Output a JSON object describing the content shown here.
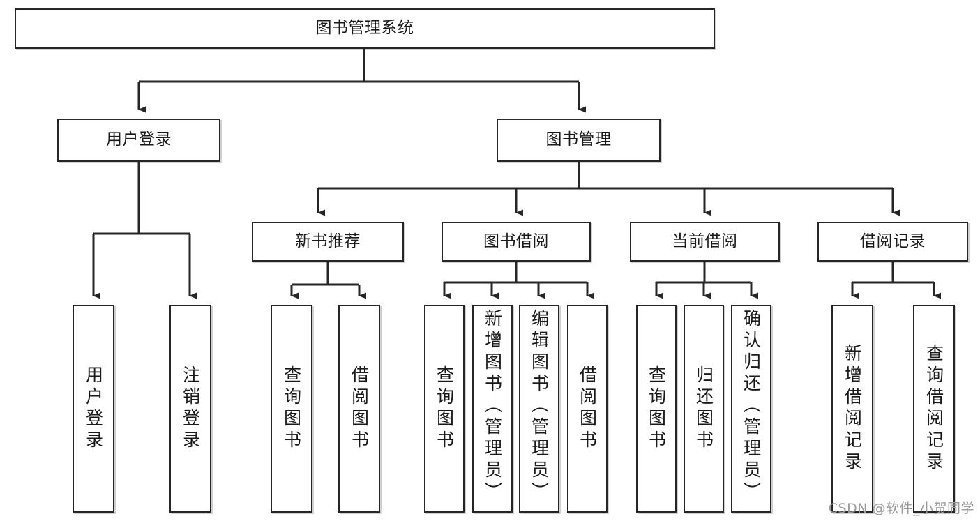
{
  "diagram": {
    "title": "图书管理系统",
    "watermark": "CSDN @软件_小贺同学",
    "colors": {
      "stroke": "#262626",
      "box_fill": "#ffffff",
      "text": "#1a1a1a",
      "watermark": "#9a9a9a",
      "background": "#ffffff"
    },
    "nodes": {
      "root": {
        "label": "图书管理系统"
      },
      "level2": [
        {
          "id": "user-login",
          "label": "用户登录"
        },
        {
          "id": "book-manage",
          "label": "图书管理"
        }
      ],
      "level3": [
        {
          "id": "new-book-rec",
          "label": "新书推荐"
        },
        {
          "id": "book-borrow",
          "label": "图书借阅"
        },
        {
          "id": "current-borrow",
          "label": "当前借阅"
        },
        {
          "id": "borrow-record",
          "label": "借阅记录"
        }
      ],
      "leaves": {
        "user-login": [
          {
            "id": "leaf-user-login",
            "label": "用户登录"
          },
          {
            "id": "leaf-logout",
            "label": "注销登录"
          }
        ],
        "new-book-rec": [
          {
            "id": "leaf-query-book-1",
            "label": "查询图书"
          },
          {
            "id": "leaf-borrow-book-1",
            "label": "借阅图书"
          }
        ],
        "book-borrow": [
          {
            "id": "leaf-query-book-2",
            "label": "查询图书"
          },
          {
            "id": "leaf-add-book",
            "label": "新增图书（管理员）"
          },
          {
            "id": "leaf-edit-book",
            "label": "编辑图书（管理员）"
          },
          {
            "id": "leaf-borrow-book-2",
            "label": "借阅图书"
          }
        ],
        "current-borrow": [
          {
            "id": "leaf-query-book-3",
            "label": "查询图书"
          },
          {
            "id": "leaf-return-book",
            "label": "归还图书"
          },
          {
            "id": "leaf-confirm-return",
            "label": "确认归还（管理员）"
          }
        ],
        "borrow-record": [
          {
            "id": "leaf-add-record",
            "label": "新增借阅记录"
          },
          {
            "id": "leaf-query-record",
            "label": "查询借阅记录"
          }
        ]
      }
    }
  }
}
